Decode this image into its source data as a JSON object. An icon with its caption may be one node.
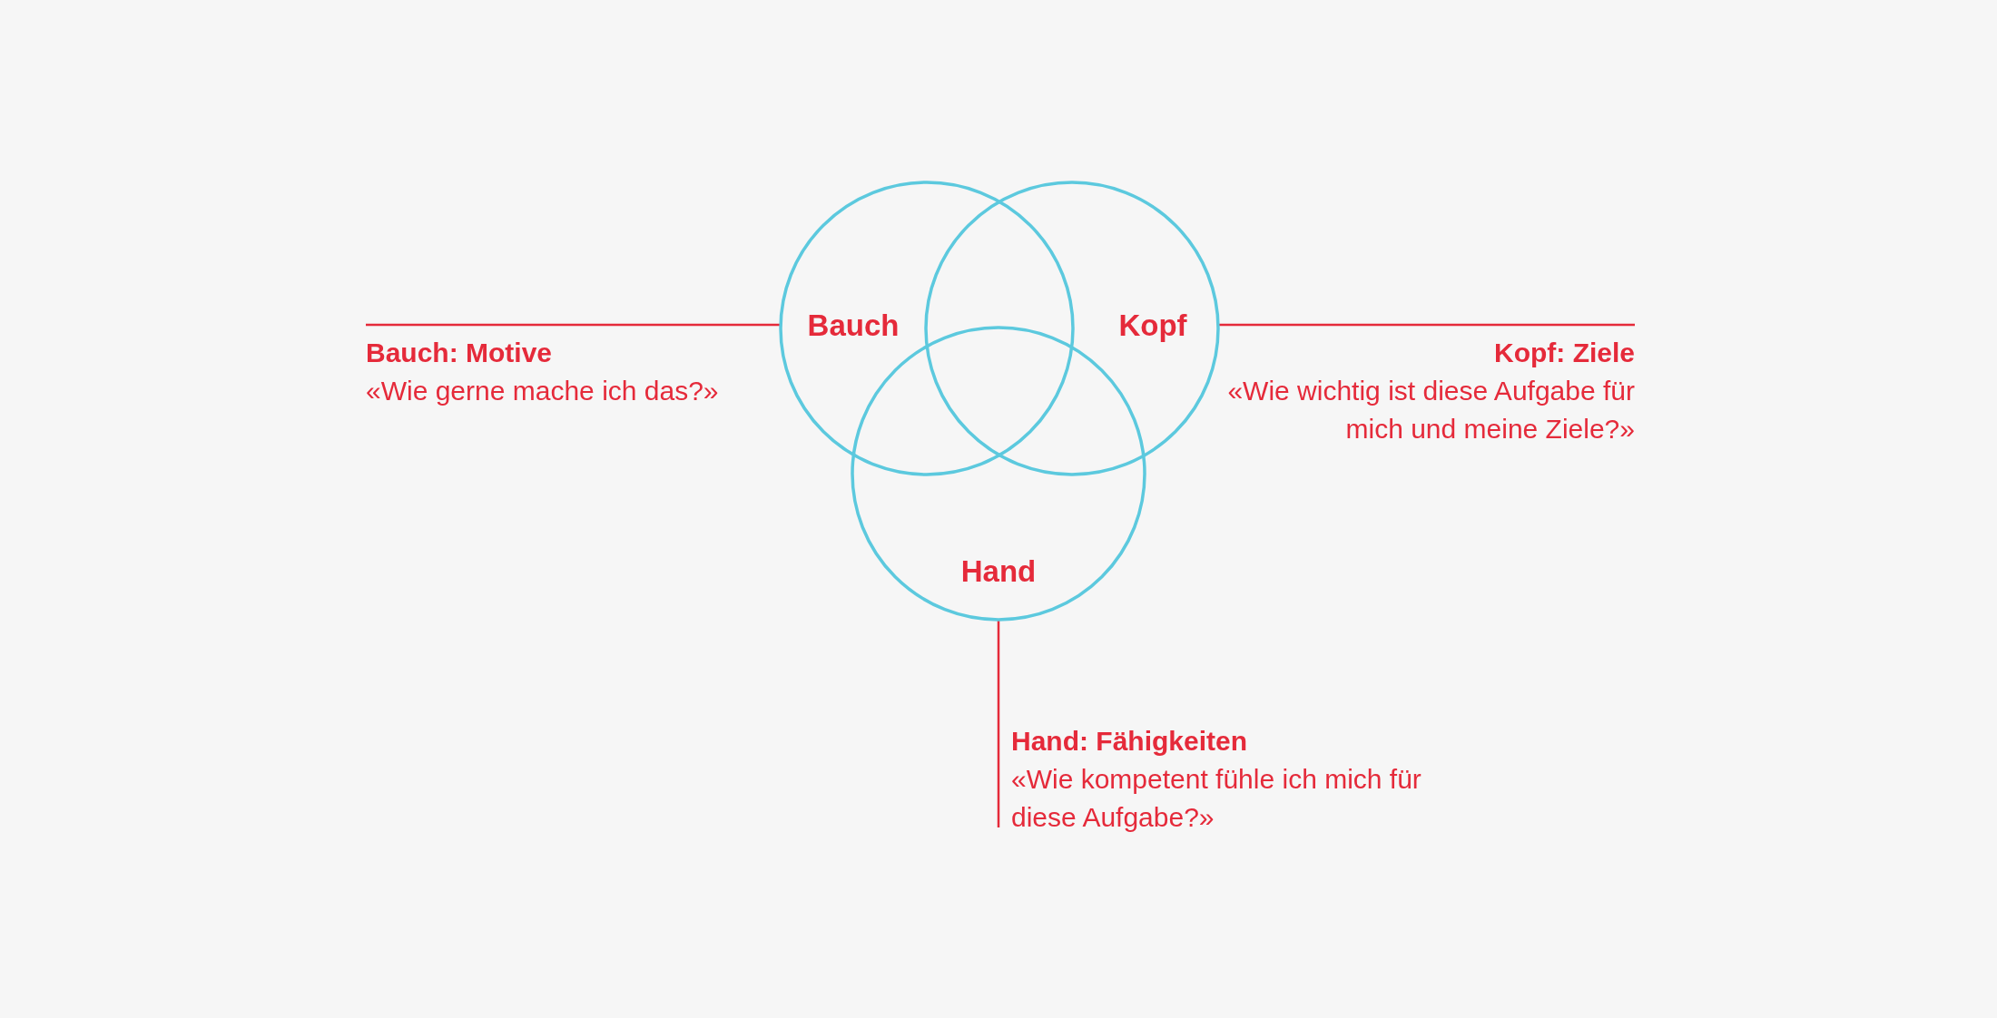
{
  "diagram": {
    "nodes": [
      {
        "text": [
          "Bauch"
        ]
      },
      {
        "text": [
          "Kopf"
        ]
      },
      {
        "text": [
          "Hand"
        ]
      },
      {
        "text": [
          "Bauch: Motive",
          "«Wie gerne mache ich das?»"
        ]
      },
      {
        "text": [
          "Kopf: Ziele",
          "«Wie wichtig ist diese Aufgabe für mich und meine Ziele?»"
        ]
      },
      {
        "text": [
          "Hand: Fähigkeiten",
          "«Wie kompetent fühle ich mich für diese Aufgabe?»"
        ]
      }
    ],
    "edges": [
      {
        "from": 3,
        "to": 0,
        "arrow": "none"
      },
      {
        "from": 4,
        "to": 1,
        "arrow": "none"
      },
      {
        "from": 5,
        "to": 2,
        "arrow": "none"
      }
    ]
  }
}
